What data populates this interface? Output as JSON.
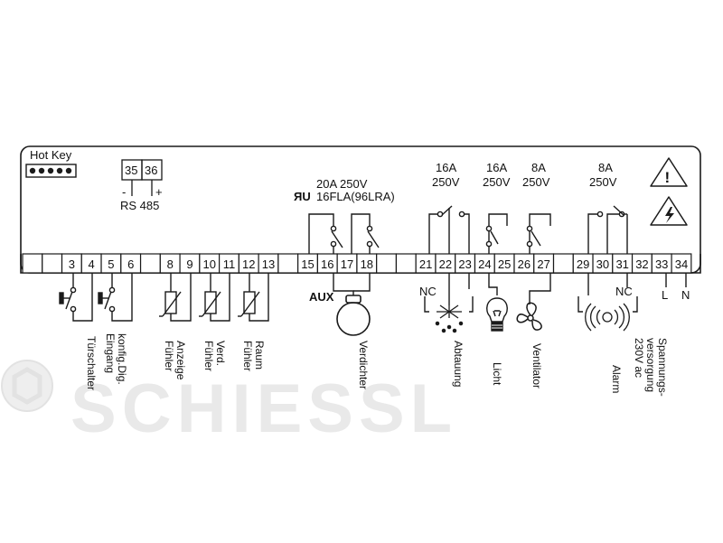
{
  "watermark": "SCHIESSL",
  "hotkey": {
    "label": "Hot Key"
  },
  "rs485": {
    "t1": "35",
    "t2": "36",
    "minus": "-",
    "plus": "+",
    "label": "RS 485"
  },
  "compressor_relay": {
    "rating1": "20A 250V",
    "ul_mark": "ЯU",
    "rating2": "16FLA(96LRA)"
  },
  "defrost_relay": {
    "amp": "16A",
    "volt": "250V"
  },
  "light_relay": {
    "amp": "16A",
    "volt": "250V"
  },
  "fan_relay": {
    "amp": "8A",
    "volt": "250V"
  },
  "alarm_relay": {
    "amp": "8A",
    "volt": "250V"
  },
  "terminals": [
    "",
    "",
    "3",
    "4",
    "5",
    "6",
    "",
    "8",
    "9",
    "10",
    "11",
    "12",
    "13",
    "",
    "15",
    "16",
    "17",
    "18",
    "",
    "",
    "21",
    "22",
    "23",
    "24",
    "25",
    "26",
    "27",
    "",
    "29",
    "30",
    "31",
    "32",
    "33",
    "34"
  ],
  "aux_label": "AUX",
  "nc_labels": {
    "defrost": "NC",
    "alarm": "NC"
  },
  "power_labels": {
    "l": "L",
    "n": "N"
  },
  "device_labels": {
    "door": "Türschalter",
    "digital_input": "konfig.Dig.\nEingang",
    "display_probe": "Anzeige\nFühler",
    "evap_probe": "Verd.\nFühler",
    "room_probe": "Raum\nFühler",
    "compressor": "Verdichter",
    "defrost": "Abtauung",
    "light": "Licht",
    "fan": "Ventilator",
    "alarm": "Alarm",
    "power": "Spannungs-\nversorgung\n230V ac"
  },
  "icons": [
    "hot-key-icon",
    "warning-icon",
    "high-voltage-icon",
    "door-switch-icon",
    "digital-input-switch-icon",
    "ntc-probe-icon",
    "compressor-icon",
    "defrost-icon",
    "light-bulb-icon",
    "fan-icon",
    "alarm-sound-icon",
    "watermark-logo-icon"
  ]
}
